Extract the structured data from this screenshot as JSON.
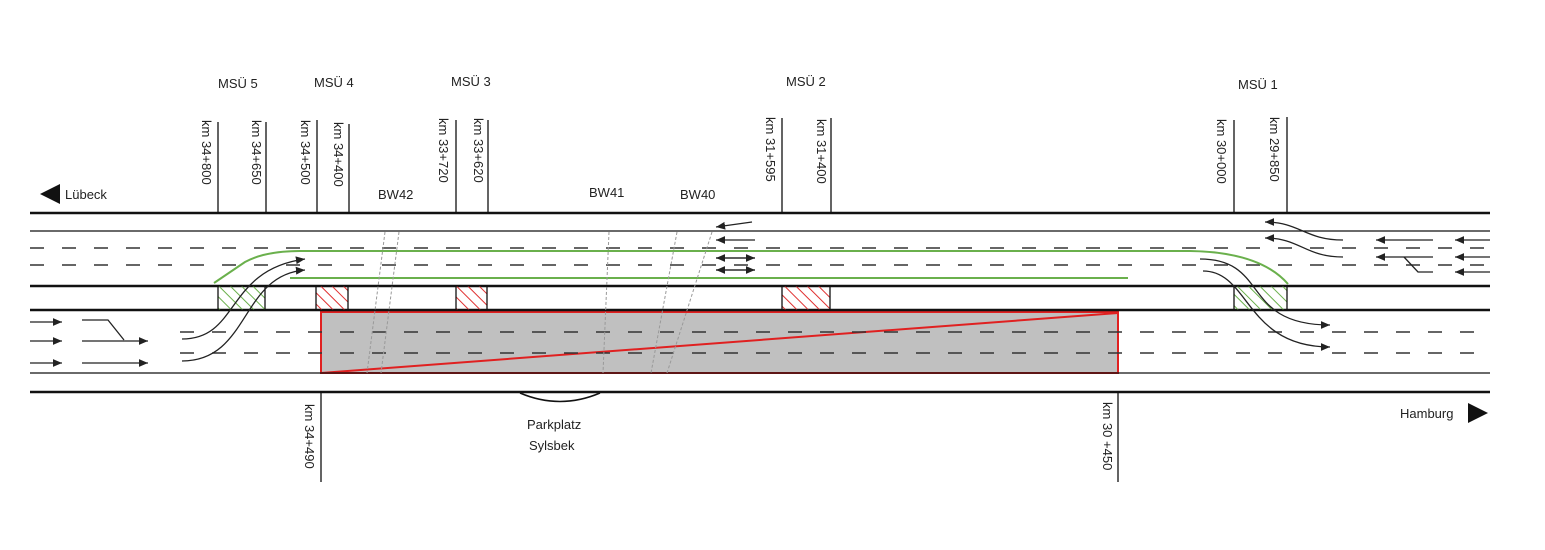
{
  "directions": {
    "left": "Lübeck",
    "right": "Hamburg"
  },
  "msu_labels": [
    "MSÜ 5",
    "MSÜ 4",
    "MSÜ 3",
    "MSÜ 2",
    "MSÜ 1"
  ],
  "km_top": [
    "km 34+800",
    "km 34+650",
    "km 34+500",
    "km 34+400",
    "km 33+720",
    "km 33+620",
    "km 31+595",
    "km 31+400",
    "km 30+000",
    "km 29+850"
  ],
  "km_bottom": [
    "km 34+490",
    "km 30 +450"
  ],
  "bridges": [
    "BW42",
    "BW41",
    "BW40"
  ],
  "parking": {
    "line1": "Parkplatz",
    "line2": "Sylsbek"
  },
  "colors": {
    "closure_fill": "#c0c0c0",
    "closure_border": "#e02020",
    "crossover_green": "#6ab04c",
    "hatch_red": "#e03030"
  }
}
